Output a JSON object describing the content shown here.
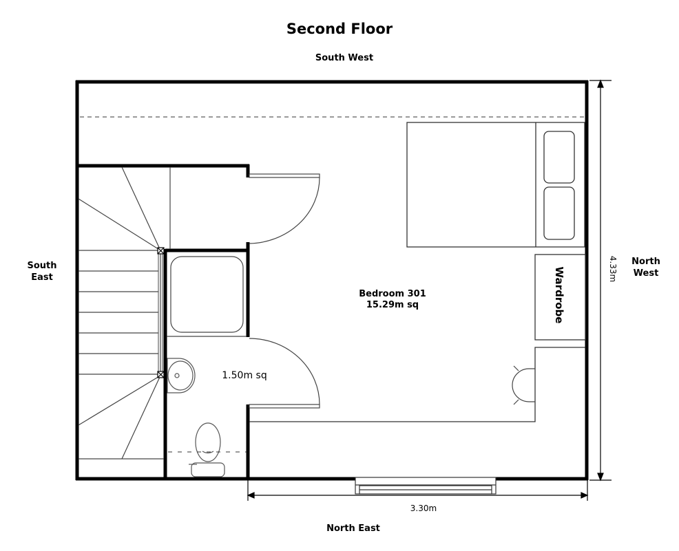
{
  "title": "Second Floor",
  "orientation": {
    "top": "South West",
    "bottom": "North East",
    "left_line1": "South",
    "left_line2": "East",
    "right_line1": "North",
    "right_line2": "West"
  },
  "rooms": [
    {
      "name": "Bedroom 301",
      "area": "15.29m sq"
    },
    {
      "name": "",
      "area": "1.50m sq"
    }
  ],
  "furniture": {
    "wardrobe_label": "Wardrobe"
  },
  "dimensions": {
    "width": "3.30m",
    "height": "4.33m"
  },
  "colors": {
    "wall": "#000000",
    "line": "#333333",
    "background": "#ffffff"
  }
}
